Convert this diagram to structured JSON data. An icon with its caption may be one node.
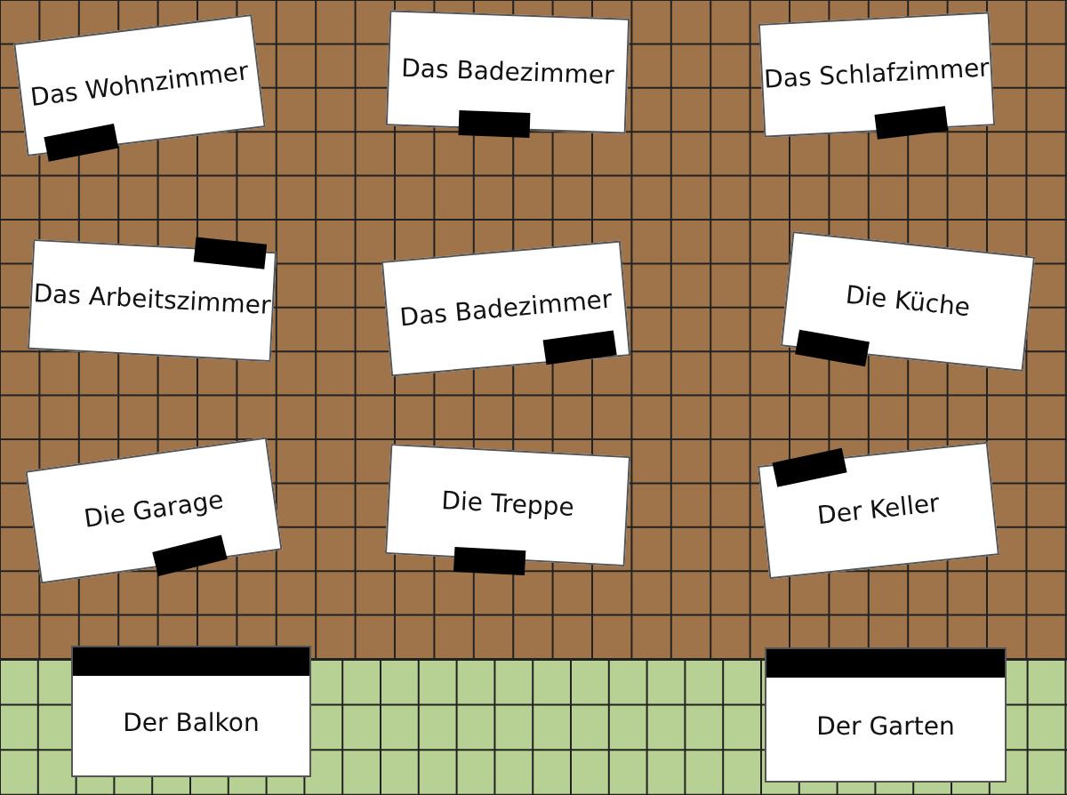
{
  "diagram": {
    "nodes": [
      {
        "text": [
          "Das Wohnzimmer"
        ]
      },
      {
        "text": [
          "Das Badezimmer"
        ]
      },
      {
        "text": [
          "Das Schlafzimmer"
        ]
      },
      {
        "text": [
          "Das Arbeitszimmer"
        ]
      },
      {
        "text": [
          "Das Badezimmer"
        ]
      },
      {
        "text": [
          "Die Küche"
        ]
      },
      {
        "text": [
          "Die Garage"
        ]
      },
      {
        "text": [
          "Die Treppe"
        ]
      },
      {
        "text": [
          "Der Keller"
        ]
      },
      {
        "text": [
          "Der Balkon"
        ]
      },
      {
        "text": [
          "Der Garten"
        ]
      }
    ]
  }
}
